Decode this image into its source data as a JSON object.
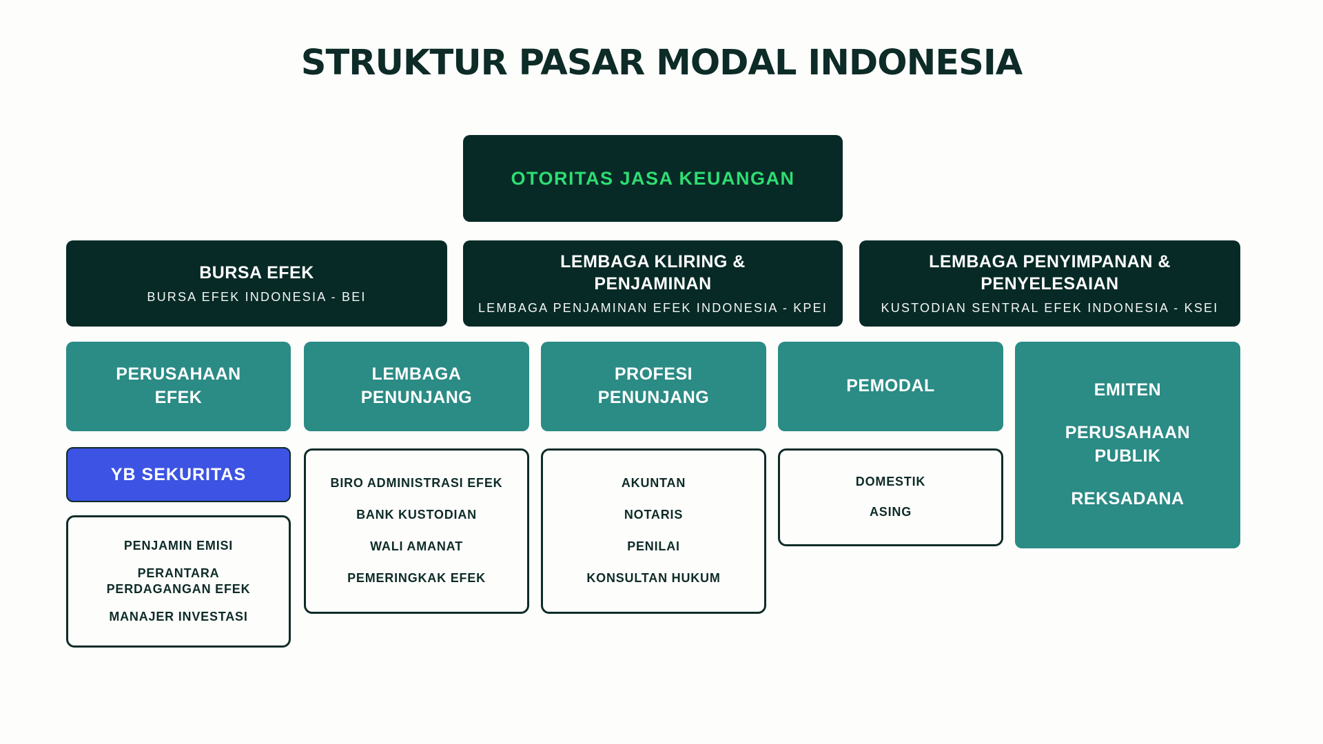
{
  "title": "STRUKTUR PASAR MODAL INDONESIA",
  "colors": {
    "background": "#fdfdfb",
    "dark_box": "#072a26",
    "teal_box": "#2b8b85",
    "blue_box": "#3d53e3",
    "accent_green_text": "#2edd72",
    "dark_text": "#0d2b27",
    "white_text": "#ffffff"
  },
  "boxes": {
    "regulator": {
      "label": "OTORITAS JASA KEUANGAN"
    },
    "bursa": {
      "title": "BURSA EFEK",
      "subtitle": "BURSA EFEK INDONESIA - BEI"
    },
    "kliring": {
      "title": "LEMBAGA KLIRING & PENJAMINAN",
      "subtitle": "LEMBAGA PENJAMINAN EFEK INDONESIA - KPEI"
    },
    "penyimpanan": {
      "title": "LEMBAGA PENYIMPANAN & PENYELESAIAN",
      "subtitle": "KUSTODIAN SENTRAL EFEK INDONESIA - KSEI"
    },
    "perusahaan_efek": {
      "label": "PERUSAHAAN EFEK"
    },
    "lembaga_penunjang": {
      "label": "LEMBAGA PENUNJANG"
    },
    "profesi_penunjang": {
      "label": "PROFESI PENUNJANG"
    },
    "pemodal": {
      "label": "PEMODAL"
    },
    "emiten": {
      "items": [
        "EMITEN",
        "PERUSAHAAN PUBLIK",
        "REKSADANA"
      ]
    },
    "yb_sekuritas": {
      "label": "YB SEKURITAS"
    },
    "perusahaan_efek_list": {
      "items": [
        "PENJAMIN EMISI",
        "PERANTARA PERDAGANGAN EFEK",
        "MANAJER INVESTASI"
      ]
    },
    "lembaga_penunjang_list": {
      "items": [
        "BIRO ADMINISTRASI EFEK",
        "BANK KUSTODIAN",
        "WALI AMANAT",
        "PEMERINGKAK EFEK"
      ]
    },
    "profesi_penunjang_list": {
      "items": [
        "AKUNTAN",
        "NOTARIS",
        "PENILAI",
        "KONSULTAN HUKUM"
      ]
    },
    "pemodal_list": {
      "items": [
        "DOMESTIK",
        "ASING"
      ]
    }
  }
}
